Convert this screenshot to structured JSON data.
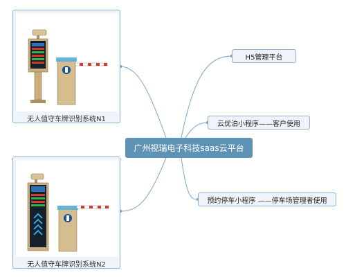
{
  "central": {
    "label": "广州视瑞电子科技saas云平台"
  },
  "left_nodes": [
    {
      "caption": "无人值守车牌识别系统N1",
      "image_icon": "license-plate-camera-and-barrier-gate"
    },
    {
      "caption": "无人值守车牌识别系统N2",
      "image_icon": "license-plate-camera-and-barrier-gate"
    }
  ],
  "right_nodes": [
    {
      "label": "H5管理平台"
    },
    {
      "label": "云优泊小程序——客户使用"
    },
    {
      "label": "预约停车小程序 ——停车场管理者使用"
    }
  ],
  "colors": {
    "center_fill": "#5f93b5",
    "node_fill": "#eef4f9",
    "node_border": "#8fb3cc",
    "connector": "#8fb3cc"
  }
}
